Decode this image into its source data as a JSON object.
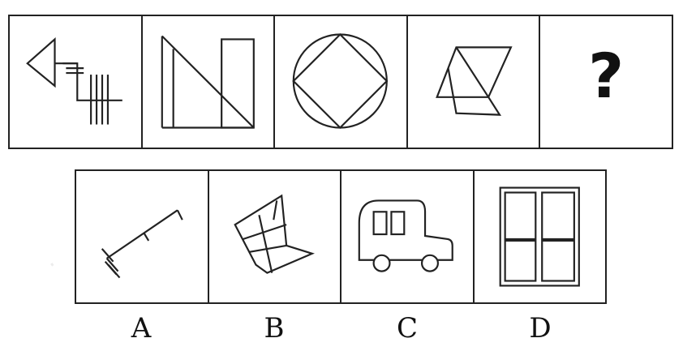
{
  "question": {
    "sequence": [
      {
        "id": "figure-1",
        "icon": "triangle-line-cross-figure"
      },
      {
        "id": "figure-2",
        "icon": "n-shape-rectangle-figure"
      },
      {
        "id": "figure-3",
        "icon": "circle-inscribed-square-figure"
      },
      {
        "id": "figure-4",
        "icon": "overlapping-parallelogram-figure"
      },
      {
        "id": "figure-5",
        "text": "?"
      }
    ]
  },
  "options": [
    {
      "label": "A",
      "icon": "branch-line-figure"
    },
    {
      "label": "B",
      "icon": "folded-paper-figure"
    },
    {
      "label": "C",
      "icon": "car-outline-figure"
    },
    {
      "label": "D",
      "icon": "four-pane-window-figure"
    }
  ],
  "colors": {
    "stroke": "#222222",
    "background": "#ffffff"
  }
}
